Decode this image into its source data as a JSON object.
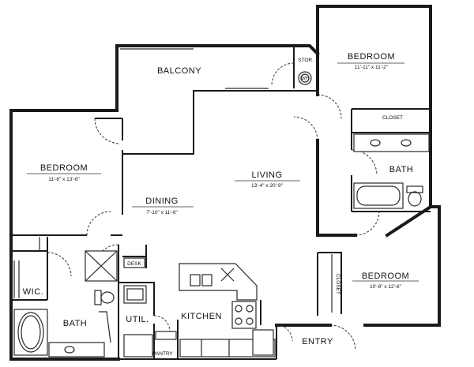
{
  "rooms": {
    "bedroom_upper_right": {
      "name": "BEDROOM",
      "dims": "11'-11\" x 11'-2\""
    },
    "balcony": {
      "name": "BALCONY"
    },
    "storage": {
      "name": "STOR."
    },
    "water_heater": {
      "name": "WH"
    },
    "closet_upper": {
      "name": "CLOSET"
    },
    "bedroom_left": {
      "name": "BEDROOM",
      "dims": "11'-6\" x 13'-6\""
    },
    "living": {
      "name": "LIVING",
      "dims": "13'-4\" x 20'-9\""
    },
    "dining": {
      "name": "DINING",
      "dims": "7'-10\" x 11'-6\""
    },
    "bath_right": {
      "name": "BATH"
    },
    "bedroom_lower_right": {
      "name": "BEDROOM",
      "dims": "10'-8\" x 12'-6\""
    },
    "closet_lower": {
      "name": "CLOSET"
    },
    "desk": {
      "name": "DESK"
    },
    "wic": {
      "name": "WIC."
    },
    "bath_left": {
      "name": "BATH"
    },
    "utility": {
      "name": "UTIL."
    },
    "kitchen": {
      "name": "KITCHEN"
    },
    "pantry": {
      "name": "PANTRY"
    },
    "entry": {
      "name": "ENTRY"
    }
  }
}
